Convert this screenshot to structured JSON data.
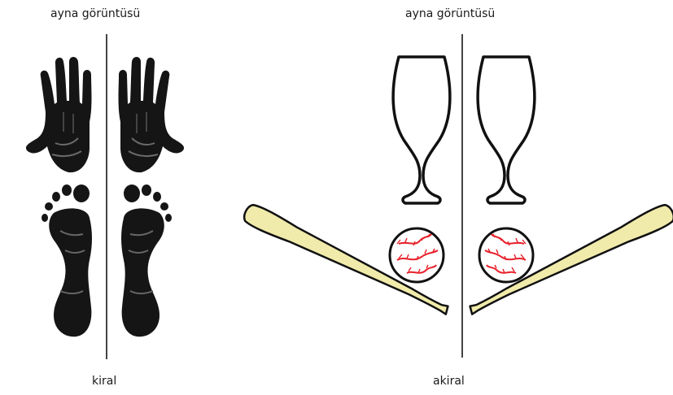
{
  "labels": {
    "mirror_left": "ayna görüntüsü",
    "mirror_right": "ayna görüntüsü",
    "chiral": "kiral",
    "achiral": "akiral"
  },
  "colors": {
    "ink": "#111111",
    "bat_fill": "#f1ebab",
    "seam_red": "#e8202a",
    "mirror_line": "#444444"
  },
  "icons": {
    "left_group": [
      "left-hand-print-icon",
      "right-hand-print-icon",
      "left-foot-print-icon",
      "right-foot-print-icon"
    ],
    "right_group": [
      "glass-icon",
      "glass-mirror-icon",
      "baseball-icon",
      "baseball-mirror-icon",
      "baseball-bat-icon",
      "baseball-bat-mirror-icon"
    ]
  }
}
